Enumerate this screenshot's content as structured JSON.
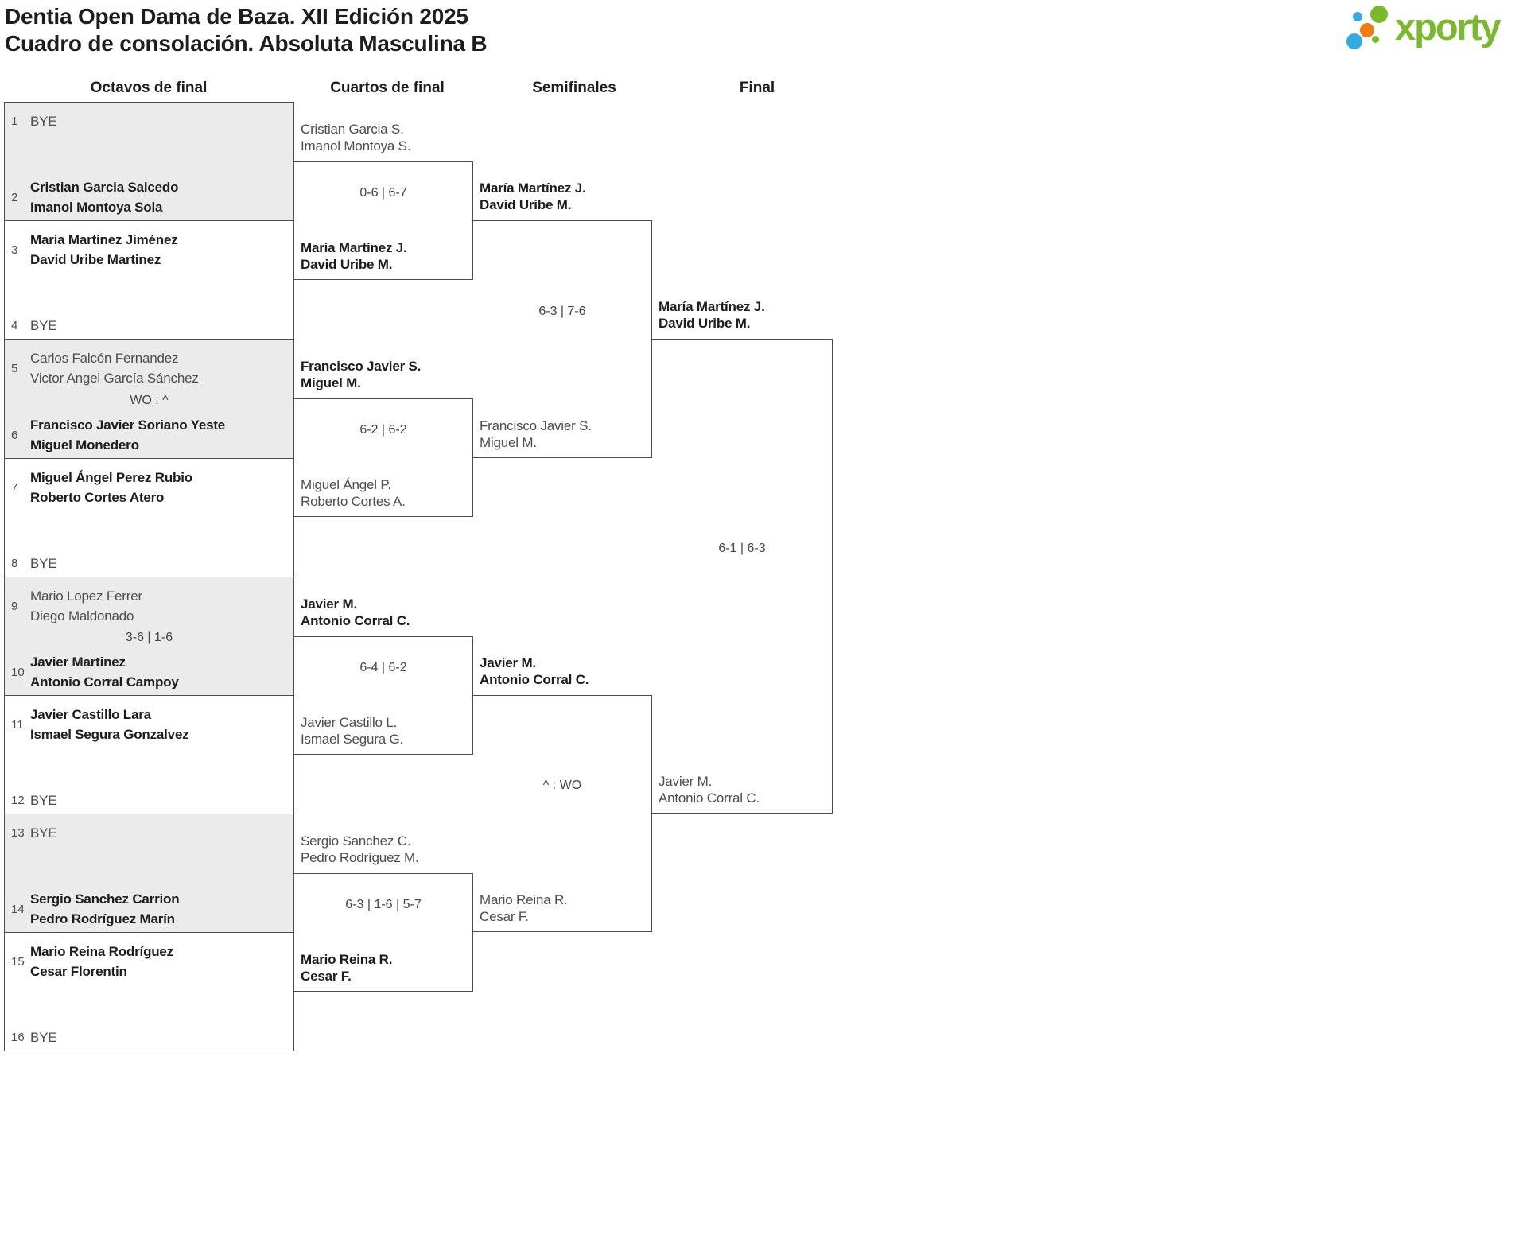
{
  "header": {
    "title_line1": "Dentia Open Dama de Baza. XII Edición 2025",
    "title_line2": "Cuadro de consolación. Absoluta Masculina B"
  },
  "logo": {
    "text": "xporty",
    "green": "#7ab92c",
    "blue": "#35a9e1",
    "orange": "#ee7c14"
  },
  "rounds": {
    "r16": "Octavos de final",
    "qf": "Cuartos de final",
    "sf": "Semifinales",
    "f": "Final"
  },
  "r16_matches": [
    {
      "seed_top": "1",
      "team_top": "BYE",
      "top_winner": false,
      "seed_bottom": "2",
      "team_bottom": "Cristian Garcia Salcedo\nImanol Montoya Sola",
      "bottom_winner": true,
      "score": ""
    },
    {
      "seed_top": "3",
      "team_top": "María Martínez Jiménez\nDavid Uribe Martinez",
      "top_winner": true,
      "seed_bottom": "4",
      "team_bottom": "BYE",
      "bottom_winner": false,
      "score": ""
    },
    {
      "seed_top": "5",
      "team_top": "Carlos Falcón Fernandez\nVictor Angel García Sánchez",
      "top_winner": false,
      "seed_bottom": "6",
      "team_bottom": "Francisco Javier Soriano Yeste\nMiguel Monedero",
      "bottom_winner": true,
      "score": "WO : ^"
    },
    {
      "seed_top": "7",
      "team_top": "Miguel Ángel Perez Rubio\nRoberto Cortes Atero",
      "top_winner": true,
      "seed_bottom": "8",
      "team_bottom": "BYE",
      "bottom_winner": false,
      "score": ""
    },
    {
      "seed_top": "9",
      "team_top": "Mario Lopez Ferrer\nDiego Maldonado",
      "top_winner": false,
      "seed_bottom": "10",
      "team_bottom": "Javier Martinez\nAntonio Corral Campoy",
      "bottom_winner": true,
      "score": "3-6 | 1-6"
    },
    {
      "seed_top": "11",
      "team_top": "Javier Castillo Lara\nIsmael Segura Gonzalvez",
      "top_winner": true,
      "seed_bottom": "12",
      "team_bottom": "BYE",
      "bottom_winner": false,
      "score": ""
    },
    {
      "seed_top": "13",
      "team_top": "BYE",
      "top_winner": false,
      "seed_bottom": "14",
      "team_bottom": "Sergio Sanchez Carrion\nPedro Rodríguez Marín",
      "bottom_winner": true,
      "score": ""
    },
    {
      "seed_top": "15",
      "team_top": "Mario Reina Rodríguez\nCesar Florentin",
      "top_winner": true,
      "seed_bottom": "16",
      "team_bottom": "BYE",
      "bottom_winner": false,
      "score": ""
    }
  ],
  "qf_matches": [
    {
      "team_top": "Cristian Garcia S.\nImanol Montoya S.",
      "top_winner": false,
      "team_bottom": "María Martínez J.\nDavid Uribe M.",
      "bottom_winner": true,
      "score": "0-6 | 6-7"
    },
    {
      "team_top": "Francisco Javier S.\nMiguel M.",
      "top_winner": true,
      "team_bottom": "Miguel Ángel P.\nRoberto Cortes A.",
      "bottom_winner": false,
      "score": "6-2 | 6-2"
    },
    {
      "team_top": "Javier M.\nAntonio Corral C.",
      "top_winner": true,
      "team_bottom": "Javier Castillo L.\nIsmael Segura G.",
      "bottom_winner": false,
      "score": "6-4 | 6-2"
    },
    {
      "team_top": "Sergio Sanchez C.\nPedro Rodríguez M.",
      "top_winner": false,
      "team_bottom": "Mario Reina R.\nCesar F.",
      "bottom_winner": true,
      "score": "6-3 | 1-6 | 5-7"
    }
  ],
  "sf_matches": [
    {
      "team_top": "María Martínez J.\nDavid Uribe M.",
      "top_winner": true,
      "team_bottom": "Francisco Javier S.\nMiguel M.",
      "bottom_winner": false,
      "score": "6-3 | 7-6"
    },
    {
      "team_top": "Javier M.\nAntonio Corral C.",
      "top_winner": true,
      "team_bottom": "Mario Reina R.\nCesar F.",
      "bottom_winner": false,
      "score": "^ : WO"
    }
  ],
  "final_match": {
    "team_top": "María Martínez J.\nDavid Uribe M.",
    "top_winner": true,
    "team_bottom": "Javier M.\nAntonio Corral C.",
    "bottom_winner": false,
    "score": "6-1 | 6-3"
  }
}
